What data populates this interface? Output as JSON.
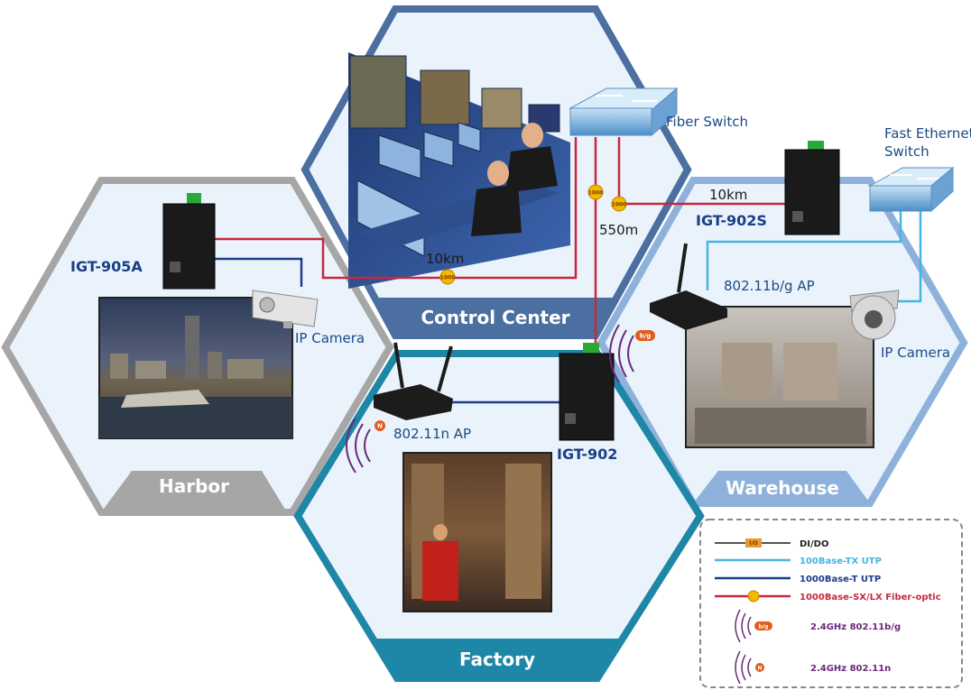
{
  "zones": {
    "control_center": "Control Center",
    "harbor": "Harbor",
    "warehouse": "Warehouse",
    "factory": "Factory"
  },
  "devices": {
    "igt905a": "IGT-905A",
    "igt902s": "IGT-902S",
    "igt902": "IGT-902",
    "fiber_switch": "Fiber Switch",
    "fe_switch_line1": "Fast Ethernet",
    "fe_switch_line2": "Switch",
    "ip_camera_harbor": "IP Camera",
    "ip_camera_warehouse": "IP Camera",
    "ap_bg": "802.11b/g AP",
    "ap_n": "802.11n AP"
  },
  "distances": {
    "d1": "10km",
    "d2": "10km",
    "d3": "550m"
  },
  "badges": {
    "fiber": "1000",
    "bg": "b/g",
    "n": "N",
    "dido": "I/O"
  },
  "legend": {
    "dido": "DI/DO",
    "tx100": "100Base-TX UTP",
    "t1000": "1000Base-T UTP",
    "fiber": "1000Base-SX/LX Fiber-optic",
    "wifi_bg": "2.4GHz 802.11b/g",
    "wifi_n": "2.4GHz 802.11n"
  },
  "colors": {
    "fiber": "#c8283c",
    "utp1000": "#1e3c8c",
    "utp100": "#46b4e6",
    "harbor": "#a6a6a6",
    "control": "#4a6fa0",
    "warehouse": "#8eb1dc",
    "factory": "#1e86a6",
    "dido": "#555555",
    "wifi": "#6a2a7a"
  }
}
